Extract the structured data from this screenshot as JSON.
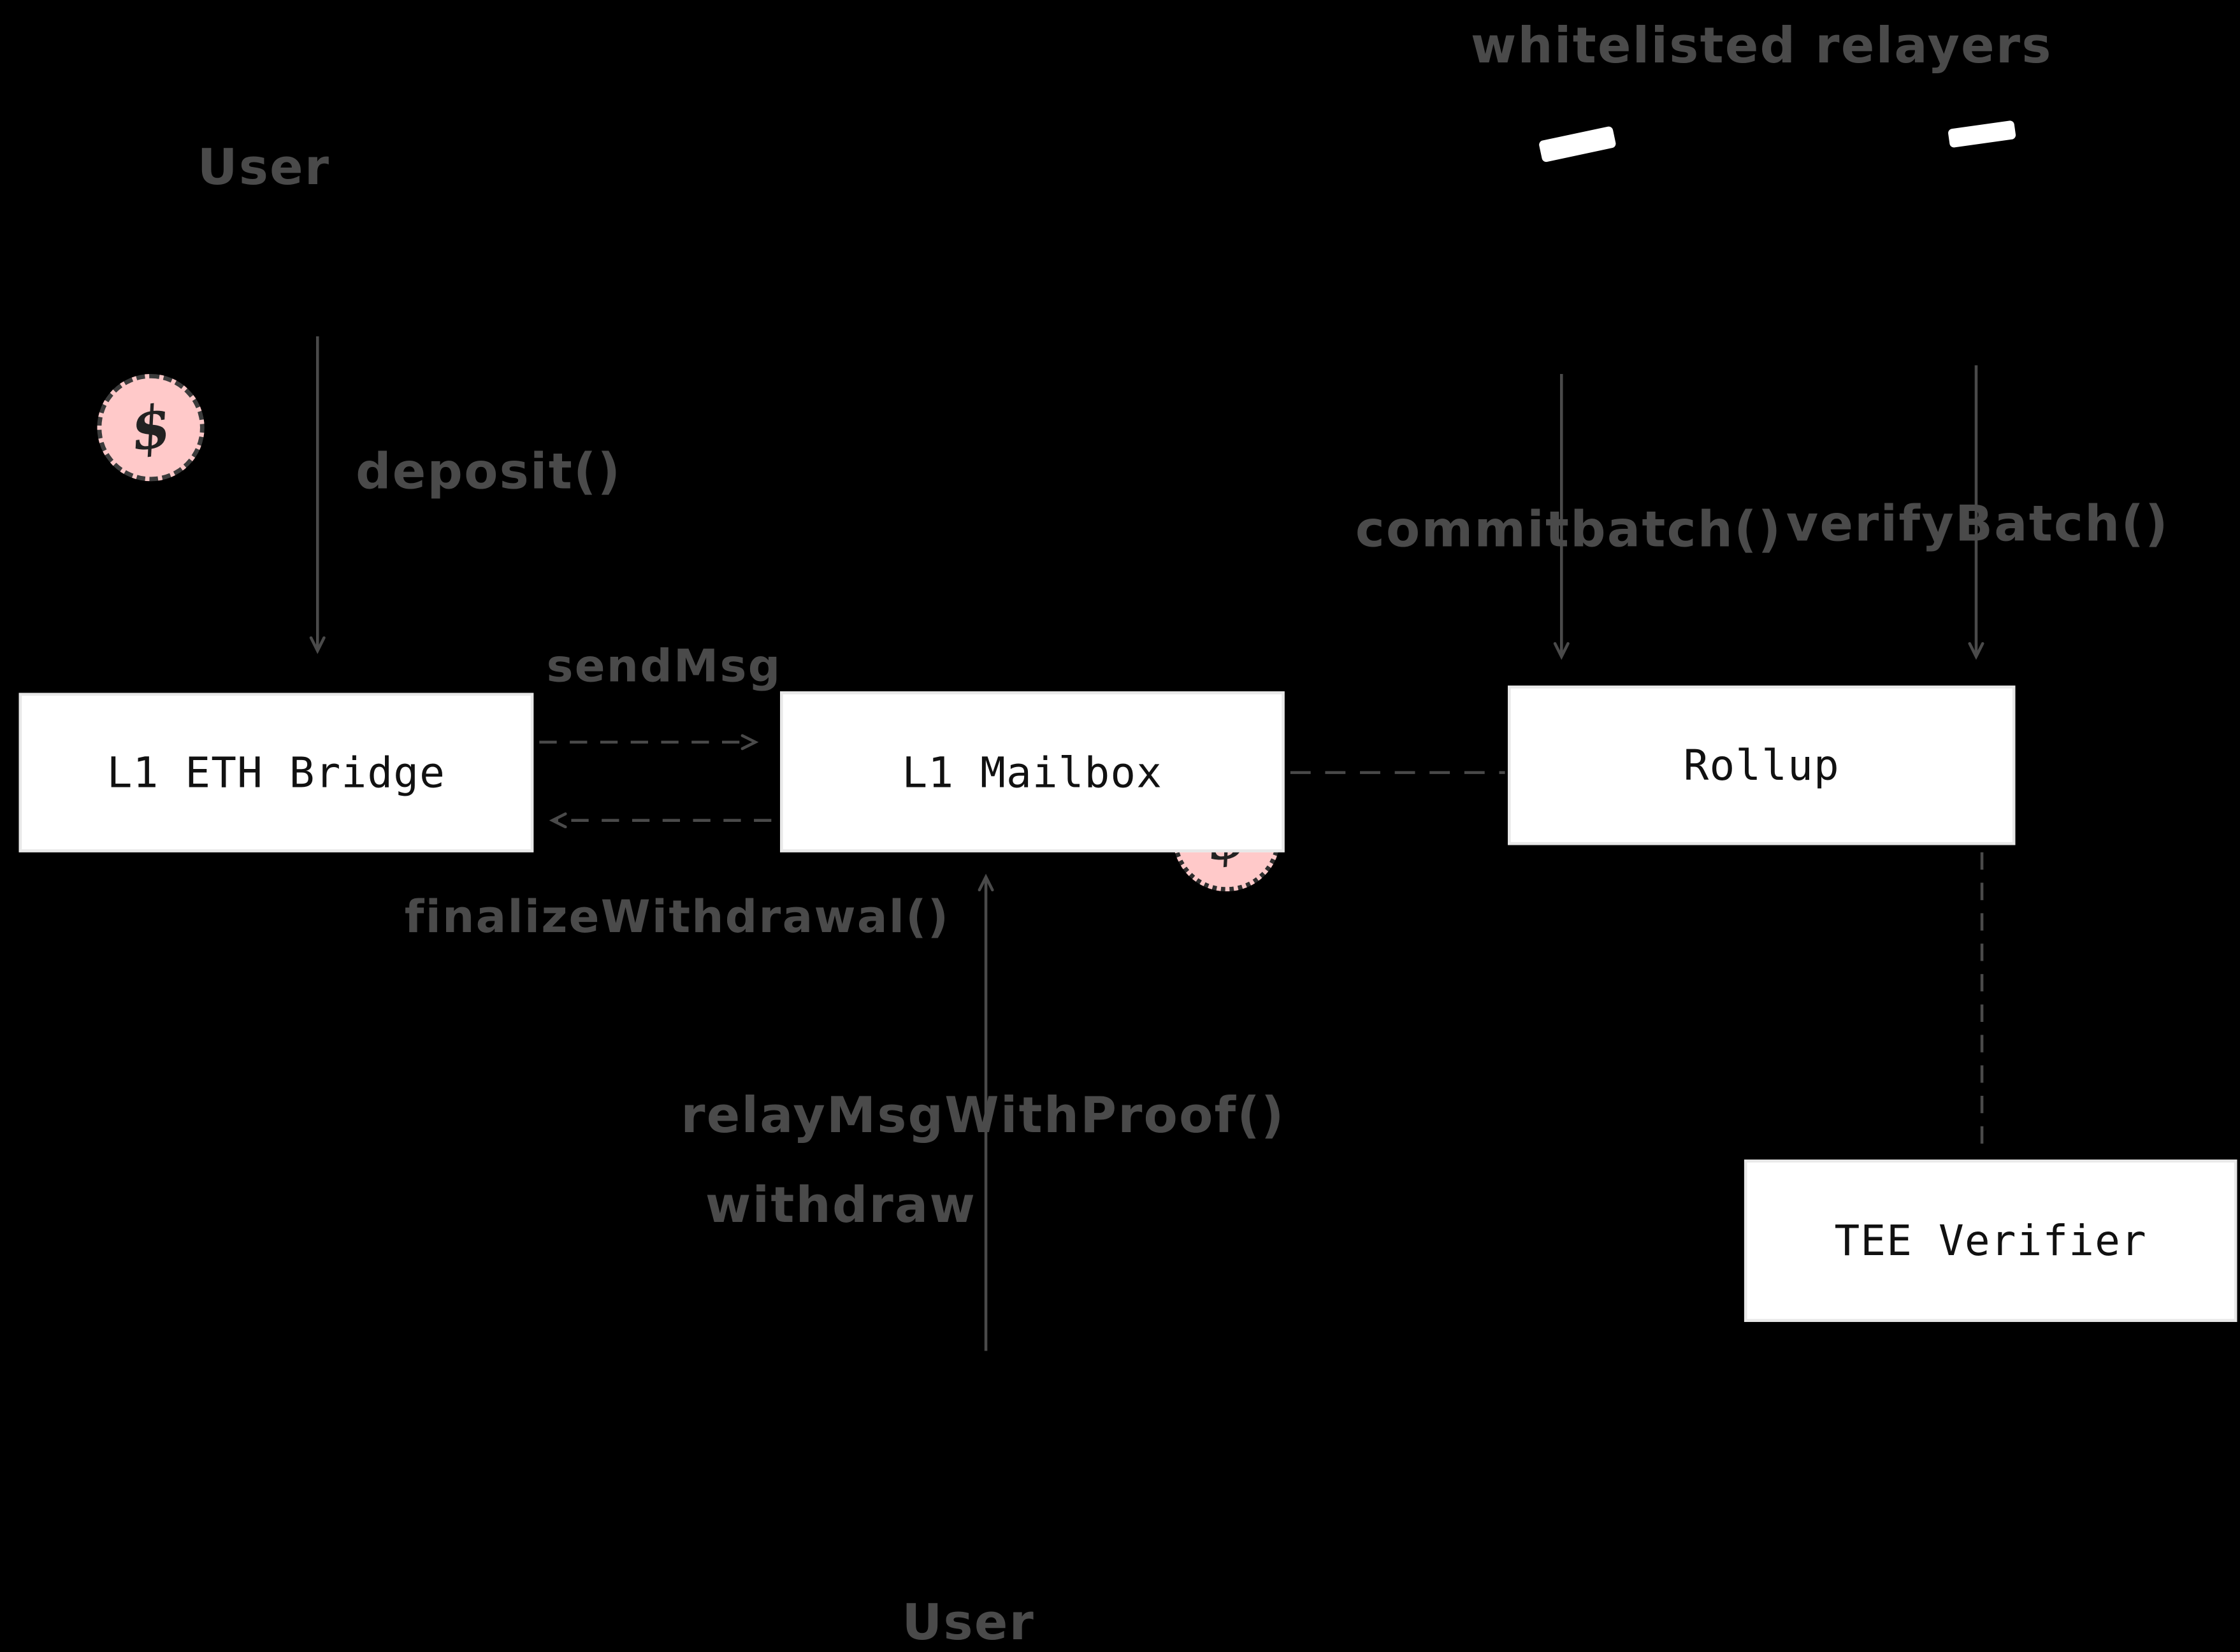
{
  "diagram": {
    "background": "#000000",
    "line_color": "#4a4a4a",
    "accent_pink": "#ffc9c9",
    "nodes": {
      "l1_eth_bridge": "L1 ETH Bridge",
      "l1_mailbox": "L1 Mailbox",
      "rollup": "Rollup",
      "tee_verifier": "TEE Verifier"
    },
    "actors": {
      "user_top": "User",
      "user_bottom": "User",
      "whitelisted_relayers": "whitelisted relayers"
    },
    "edge_labels": {
      "deposit": "deposit()",
      "send_msg": "sendMsg",
      "finalize_withdrawal": "finalizeWithdrawal()",
      "relay_msg_with_proof": "relayMsgWithProof()",
      "withdraw": "withdraw",
      "commit_batch": "commitbatch()",
      "verify_batch": "verifyBatch()"
    },
    "money_symbol": "$"
  }
}
